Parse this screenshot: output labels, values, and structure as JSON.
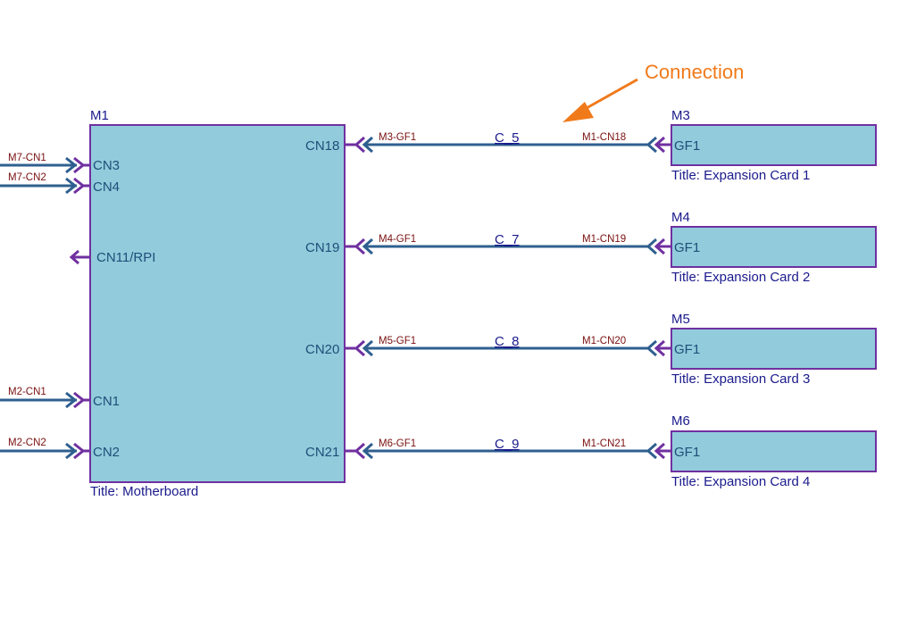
{
  "annotation": {
    "text": "Connection",
    "color": "#f07a1a"
  },
  "colors": {
    "module_fill": "#92ccdc",
    "module_border": "#7030a0",
    "wire": "#2f5f8f",
    "port_chevron": "#7030a0",
    "wire_label": "#7a1010",
    "text": "#1a1a8c"
  },
  "motherboard": {
    "name": "M1",
    "title": "Title: Motherboard",
    "left_ports": [
      {
        "label": "CN3",
        "wire_label": "M7-CN1"
      },
      {
        "label": "CN4",
        "wire_label": "M7-CN2"
      },
      {
        "label": "CN11/RPI",
        "wire_label": ""
      },
      {
        "label": "CN1",
        "wire_label": "M2-CN1"
      },
      {
        "label": "CN2",
        "wire_label": "M2-CN2"
      }
    ],
    "right_ports": [
      {
        "label": "CN18"
      },
      {
        "label": "CN19"
      },
      {
        "label": "CN20"
      },
      {
        "label": "CN21"
      }
    ]
  },
  "connections": [
    {
      "name": "C_5",
      "left_label": "M3-GF1",
      "right_label": "M1-CN18"
    },
    {
      "name": "C_7",
      "left_label": "M4-GF1",
      "right_label": "M1-CN19"
    },
    {
      "name": "C_8",
      "left_label": "M5-GF1",
      "right_label": "M1-CN20"
    },
    {
      "name": "C_9",
      "left_label": "M6-GF1",
      "right_label": "M1-CN21"
    }
  ],
  "cards": [
    {
      "name": "M3",
      "port": "GF1",
      "title": "Title: Expansion Card 1"
    },
    {
      "name": "M4",
      "port": "GF1",
      "title": "Title: Expansion Card 2"
    },
    {
      "name": "M5",
      "port": "GF1",
      "title": "Title: Expansion Card 3"
    },
    {
      "name": "M6",
      "port": "GF1",
      "title": "Title: Expansion Card 4"
    }
  ]
}
